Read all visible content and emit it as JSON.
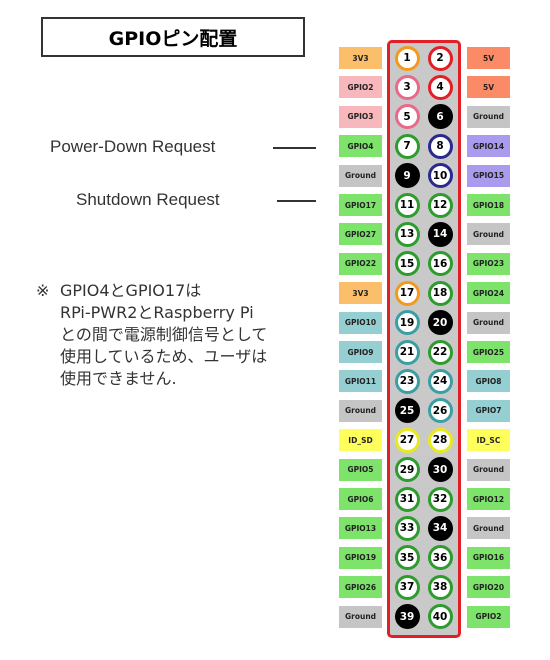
{
  "title": "GPIOピン配置",
  "annotations": [
    {
      "text": "Power-Down Request",
      "pin": 7
    },
    {
      "text": "Shutdown Request",
      "pin": 11
    }
  ],
  "note": {
    "mark": "※",
    "lines": [
      "GPIO4とGPIO17は",
      "RPi-PWR2とRaspberry Pi",
      "との間で電源制御信号として",
      "使用しているため、ユーザは",
      "使用できません."
    ]
  },
  "colors": {
    "power33": "#fbbf6b",
    "power5": "#fa8b66",
    "gpio": "#7de36b",
    "ground": "#c5c5c5",
    "i2c": "#f7b7bd",
    "spi": "#95cfd2",
    "uart": "#ab9bef",
    "eeprom": "#ffff5c",
    "frame": "#e21f26"
  },
  "rows": [
    {
      "left": {
        "label": "3V3",
        "type": "power33"
      },
      "right": {
        "label": "5V",
        "type": "power5"
      },
      "pins": [
        {
          "n": 1,
          "ring": "#f29a1e",
          "black": false
        },
        {
          "n": 2,
          "ring": "#e21f26",
          "black": false
        }
      ]
    },
    {
      "left": {
        "label": "GPIO2",
        "type": "i2c"
      },
      "right": {
        "label": "5V",
        "type": "power5"
      },
      "pins": [
        {
          "n": 3,
          "ring": "#e86a8a",
          "black": false
        },
        {
          "n": 4,
          "ring": "#e21f26",
          "black": false
        }
      ]
    },
    {
      "left": {
        "label": "GPIO3",
        "type": "i2c"
      },
      "right": {
        "label": "Ground",
        "type": "ground"
      },
      "pins": [
        {
          "n": 5,
          "ring": "#e86a8a",
          "black": false
        },
        {
          "n": 6,
          "ring": "#000000",
          "black": true
        }
      ]
    },
    {
      "left": {
        "label": "GPIO4",
        "type": "gpio"
      },
      "right": {
        "label": "GPIO14",
        "type": "uart"
      },
      "pins": [
        {
          "n": 7,
          "ring": "#2e9b2e",
          "black": false
        },
        {
          "n": 8,
          "ring": "#2b2a8c",
          "black": false
        }
      ]
    },
    {
      "left": {
        "label": "Ground",
        "type": "ground"
      },
      "right": {
        "label": "GPIO15",
        "type": "uart"
      },
      "pins": [
        {
          "n": 9,
          "ring": "#000000",
          "black": true
        },
        {
          "n": 10,
          "ring": "#2b2a8c",
          "black": false
        }
      ]
    },
    {
      "left": {
        "label": "GPIO17",
        "type": "gpio"
      },
      "right": {
        "label": "GPIO18",
        "type": "gpio"
      },
      "pins": [
        {
          "n": 11,
          "ring": "#2e9b2e",
          "black": false
        },
        {
          "n": 12,
          "ring": "#2e9b2e",
          "black": false
        }
      ]
    },
    {
      "left": {
        "label": "GPIO27",
        "type": "gpio"
      },
      "right": {
        "label": "Ground",
        "type": "ground"
      },
      "pins": [
        {
          "n": 13,
          "ring": "#2e9b2e",
          "black": false
        },
        {
          "n": 14,
          "ring": "#000000",
          "black": true
        }
      ]
    },
    {
      "left": {
        "label": "GPIO22",
        "type": "gpio"
      },
      "right": {
        "label": "GPIO23",
        "type": "gpio"
      },
      "pins": [
        {
          "n": 15,
          "ring": "#2e9b2e",
          "black": false
        },
        {
          "n": 16,
          "ring": "#2e9b2e",
          "black": false
        }
      ]
    },
    {
      "left": {
        "label": "3V3",
        "type": "power33"
      },
      "right": {
        "label": "GPIO24",
        "type": "gpio"
      },
      "pins": [
        {
          "n": 17,
          "ring": "#f29a1e",
          "black": false
        },
        {
          "n": 18,
          "ring": "#2e9b2e",
          "black": false
        }
      ]
    },
    {
      "left": {
        "label": "GPIO10",
        "type": "spi"
      },
      "right": {
        "label": "Ground",
        "type": "ground"
      },
      "pins": [
        {
          "n": 19,
          "ring": "#3b9ea3",
          "black": false
        },
        {
          "n": 20,
          "ring": "#000000",
          "black": true
        }
      ]
    },
    {
      "left": {
        "label": "GPIO9",
        "type": "spi"
      },
      "right": {
        "label": "GPIO25",
        "type": "gpio"
      },
      "pins": [
        {
          "n": 21,
          "ring": "#3b9ea3",
          "black": false
        },
        {
          "n": 22,
          "ring": "#2e9b2e",
          "black": false
        }
      ]
    },
    {
      "left": {
        "label": "GPIO11",
        "type": "spi"
      },
      "right": {
        "label": "GPIO8",
        "type": "spi"
      },
      "pins": [
        {
          "n": 23,
          "ring": "#3b9ea3",
          "black": false
        },
        {
          "n": 24,
          "ring": "#3b9ea3",
          "black": false
        }
      ]
    },
    {
      "left": {
        "label": "Ground",
        "type": "ground"
      },
      "right": {
        "label": "GPIO7",
        "type": "spi"
      },
      "pins": [
        {
          "n": 25,
          "ring": "#000000",
          "black": true
        },
        {
          "n": 26,
          "ring": "#3b9ea3",
          "black": false
        }
      ]
    },
    {
      "left": {
        "label": "ID_SD",
        "type": "eeprom"
      },
      "right": {
        "label": "ID_SC",
        "type": "eeprom"
      },
      "pins": [
        {
          "n": 27,
          "ring": "#e8e81e",
          "black": false
        },
        {
          "n": 28,
          "ring": "#e8e81e",
          "black": false
        }
      ]
    },
    {
      "left": {
        "label": "GPIO5",
        "type": "gpio"
      },
      "right": {
        "label": "Ground",
        "type": "ground"
      },
      "pins": [
        {
          "n": 29,
          "ring": "#2e9b2e",
          "black": false
        },
        {
          "n": 30,
          "ring": "#000000",
          "black": true
        }
      ]
    },
    {
      "left": {
        "label": "GPIO6",
        "type": "gpio"
      },
      "right": {
        "label": "GPIO12",
        "type": "gpio"
      },
      "pins": [
        {
          "n": 31,
          "ring": "#2e9b2e",
          "black": false
        },
        {
          "n": 32,
          "ring": "#2e9b2e",
          "black": false
        }
      ]
    },
    {
      "left": {
        "label": "GPIO13",
        "type": "gpio"
      },
      "right": {
        "label": "Ground",
        "type": "ground"
      },
      "pins": [
        {
          "n": 33,
          "ring": "#2e9b2e",
          "black": false
        },
        {
          "n": 34,
          "ring": "#000000",
          "black": true
        }
      ]
    },
    {
      "left": {
        "label": "GPIO19",
        "type": "gpio"
      },
      "right": {
        "label": "GPIO16",
        "type": "gpio"
      },
      "pins": [
        {
          "n": 35,
          "ring": "#2e9b2e",
          "black": false
        },
        {
          "n": 36,
          "ring": "#2e9b2e",
          "black": false
        }
      ]
    },
    {
      "left": {
        "label": "GPIO26",
        "type": "gpio"
      },
      "right": {
        "label": "GPIO20",
        "type": "gpio"
      },
      "pins": [
        {
          "n": 37,
          "ring": "#2e9b2e",
          "black": false
        },
        {
          "n": 38,
          "ring": "#2e9b2e",
          "black": false
        }
      ]
    },
    {
      "left": {
        "label": "Ground",
        "type": "ground"
      },
      "right": {
        "label": "GPIO2",
        "type": "gpio"
      },
      "pins": [
        {
          "n": 39,
          "ring": "#000000",
          "black": true
        },
        {
          "n": 40,
          "ring": "#2e9b2e",
          "black": false
        }
      ]
    }
  ]
}
